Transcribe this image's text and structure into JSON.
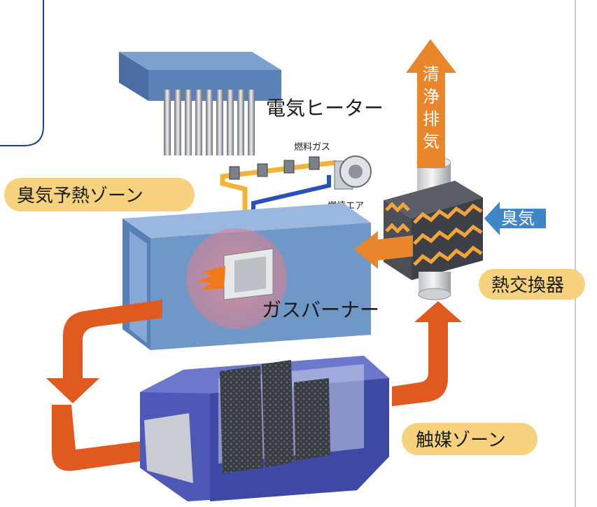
{
  "labels": {
    "electric_heater": "電気ヒーター",
    "fuel_gas": "燃料ガス",
    "combustion_air": "燃焼エア",
    "preheat_zone": "臭気予熱ゾーン",
    "gas_burner": "ガスバーナー",
    "heat_exchanger": "熱交換器",
    "catalyst_zone": "触媒ゾーン",
    "odor_inlet": "臭気",
    "clean_exhaust": [
      "清",
      "浄",
      "排",
      "気"
    ]
  },
  "colors": {
    "pill_fill": "#f6d27e",
    "flow_arrow": "#e0591f",
    "exhaust_arrow": "#e9852a",
    "odor_arrow": "#3f86c8",
    "preheat_box": "#6f97c7",
    "catalyst_box": "#4d58b7",
    "frame_line": "#1f3f8f",
    "gas_line": "#f2b33a",
    "air_line": "#2b50b8"
  },
  "icons": {
    "blower": "blower-fan-icon",
    "valve": "valve-icon"
  }
}
